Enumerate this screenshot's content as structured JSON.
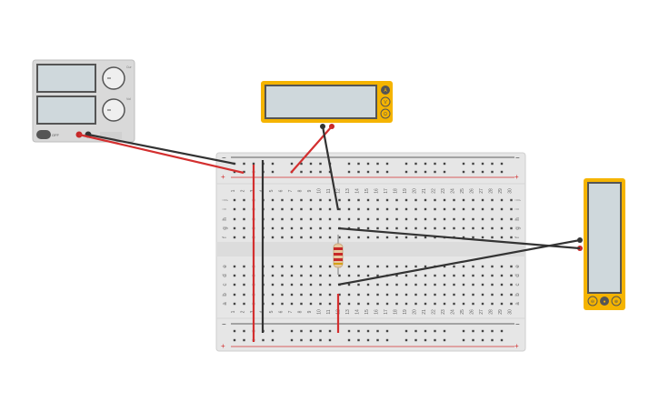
{
  "power_supply": {
    "status_label": "OFF",
    "knob_labels": [
      "Cur",
      "Vol"
    ],
    "colors": {
      "body": "#d9d9d9",
      "display": "#cfd8dc",
      "toggle": "#555555"
    }
  },
  "multimeter_top": {
    "mode_buttons": [
      "A",
      "V",
      "Ω"
    ],
    "colors": {
      "body": "#f5b400",
      "display": "#cfd8dc"
    }
  },
  "multimeter_right": {
    "bottom_buttons": [
      "⊖",
      "●",
      "⊕"
    ],
    "colors": {
      "body": "#f5b400",
      "display": "#cfd8dc"
    }
  },
  "breadboard": {
    "columns": 30,
    "row_letters_top": [
      "j",
      "i",
      "h",
      "g",
      "f"
    ],
    "row_letters_bottom": [
      "e",
      "d",
      "c",
      "b",
      "a"
    ],
    "rail_plus": "+",
    "rail_minus": "−",
    "colors": {
      "body": "#e6e6e6",
      "hole": "#444444",
      "rail_red": "#d32f2f",
      "rail_black": "#333333"
    }
  },
  "resistor": {
    "bands": [
      "#c62828",
      "#c62828",
      "#c62828",
      "#d4a017"
    ]
  },
  "wires": {
    "red": "#d32f2f",
    "black": "#333333"
  }
}
